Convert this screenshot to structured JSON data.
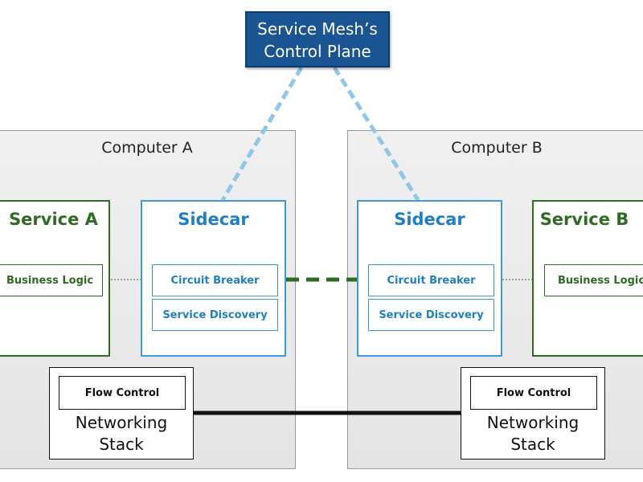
{
  "control_plane": {
    "line1": "Service Mesh’s",
    "line2": "Control Plane"
  },
  "computer_a": {
    "title": "Computer A",
    "service": {
      "title": "Service A",
      "business_logic": "Business Logic"
    },
    "sidecar": {
      "title": "Sidecar",
      "circuit_breaker": "Circuit Breaker",
      "service_discovery": "Service Discovery"
    },
    "networking": {
      "flow_control": "Flow Control",
      "line1": "Networking",
      "line2": "Stack"
    }
  },
  "computer_b": {
    "title": "Computer B",
    "service": {
      "title": "Service B",
      "business_logic": "Business Logic"
    },
    "sidecar": {
      "title": "Sidecar",
      "circuit_breaker": "Circuit Breaker",
      "service_discovery": "Service Discovery"
    },
    "networking": {
      "flow_control": "Flow Control",
      "line1": "Networking",
      "line2": "Stack"
    }
  },
  "colors": {
    "control_plane": "#1b5493",
    "service": "#2f6b24",
    "sidecar": "#3f9ad6",
    "control_link": "#8fc6ea",
    "network_link": "#111111"
  }
}
